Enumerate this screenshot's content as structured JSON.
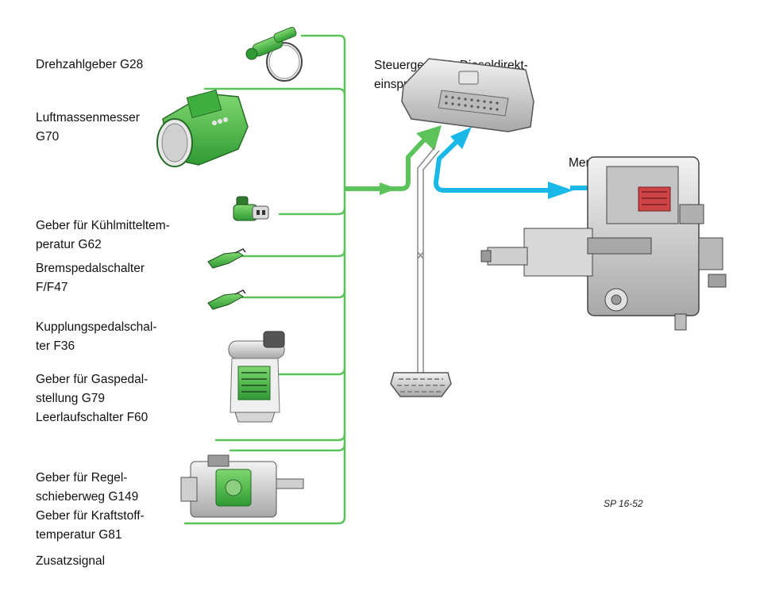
{
  "labels": {
    "g28": [
      "Drehzahlgeber G28"
    ],
    "g70": [
      "Luftmassenmesser",
      "G70"
    ],
    "g62": [
      "Geber für Kühlmitteltem-",
      "peratur G62"
    ],
    "f47": [
      "Bremspedalschalter",
      "F/F47"
    ],
    "f36": [
      "Kupplungspedalschal-",
      "ter F36"
    ],
    "g79": [
      "Geber für Gaspedal-",
      "stellung G79",
      "Leerlaufschalter F60"
    ],
    "g149": [
      "Geber für Regel-",
      "schieberweg G149",
      "Geber für Kraftstoff-",
      "temperatur G81"
    ],
    "zusatz": [
      "Zusatzsignal"
    ],
    "j248": [
      "Steuergerät für Dieseldirekt-",
      "einspritzung J248"
    ],
    "n146": [
      "Mengensteller N146"
    ]
  },
  "figure_id": "SP 16-52",
  "colors": {
    "input_line": "#5cc25a",
    "output_line": "#1ab8e6",
    "component_green": "#3fae3f",
    "component_grey": "#c9c9c9"
  }
}
